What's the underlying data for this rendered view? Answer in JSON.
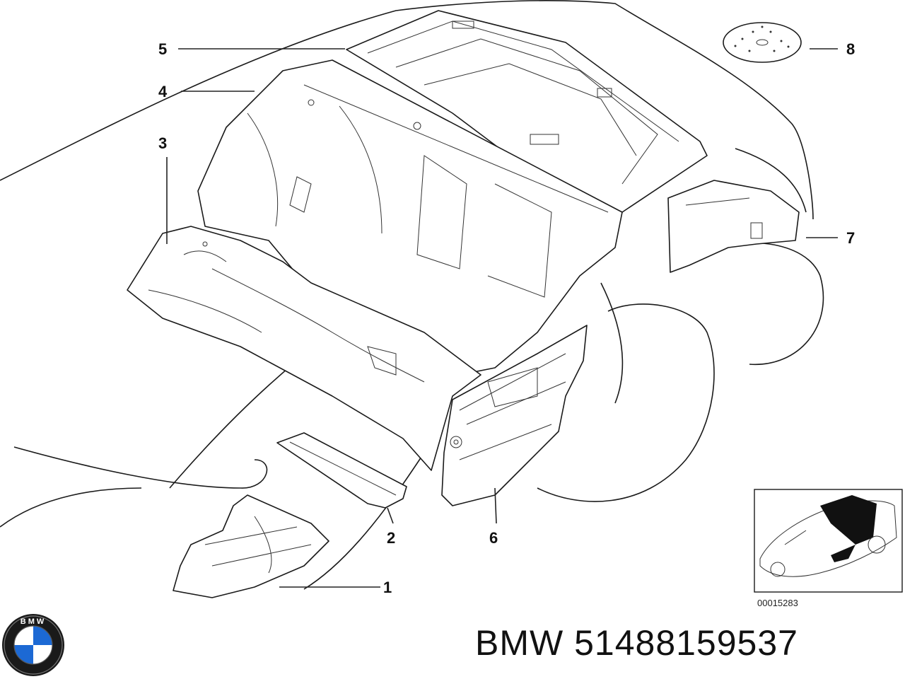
{
  "callouts": [
    {
      "id": "1",
      "label": "1"
    },
    {
      "id": "2",
      "label": "2"
    },
    {
      "id": "3",
      "label": "3"
    },
    {
      "id": "4",
      "label": "4"
    },
    {
      "id": "5",
      "label": "5"
    },
    {
      "id": "6",
      "label": "6"
    },
    {
      "id": "7",
      "label": "7"
    },
    {
      "id": "8",
      "label": "8"
    }
  ],
  "reference_code": "00015283",
  "footer": {
    "brand": "BMW",
    "part_number": "51488159537",
    "title": "BMW 51488159537"
  },
  "logo": {
    "letters": "BMW"
  },
  "colors": {
    "line": "#1a1a1a",
    "logo_blue": "#1c69d4",
    "background": "#ffffff"
  }
}
